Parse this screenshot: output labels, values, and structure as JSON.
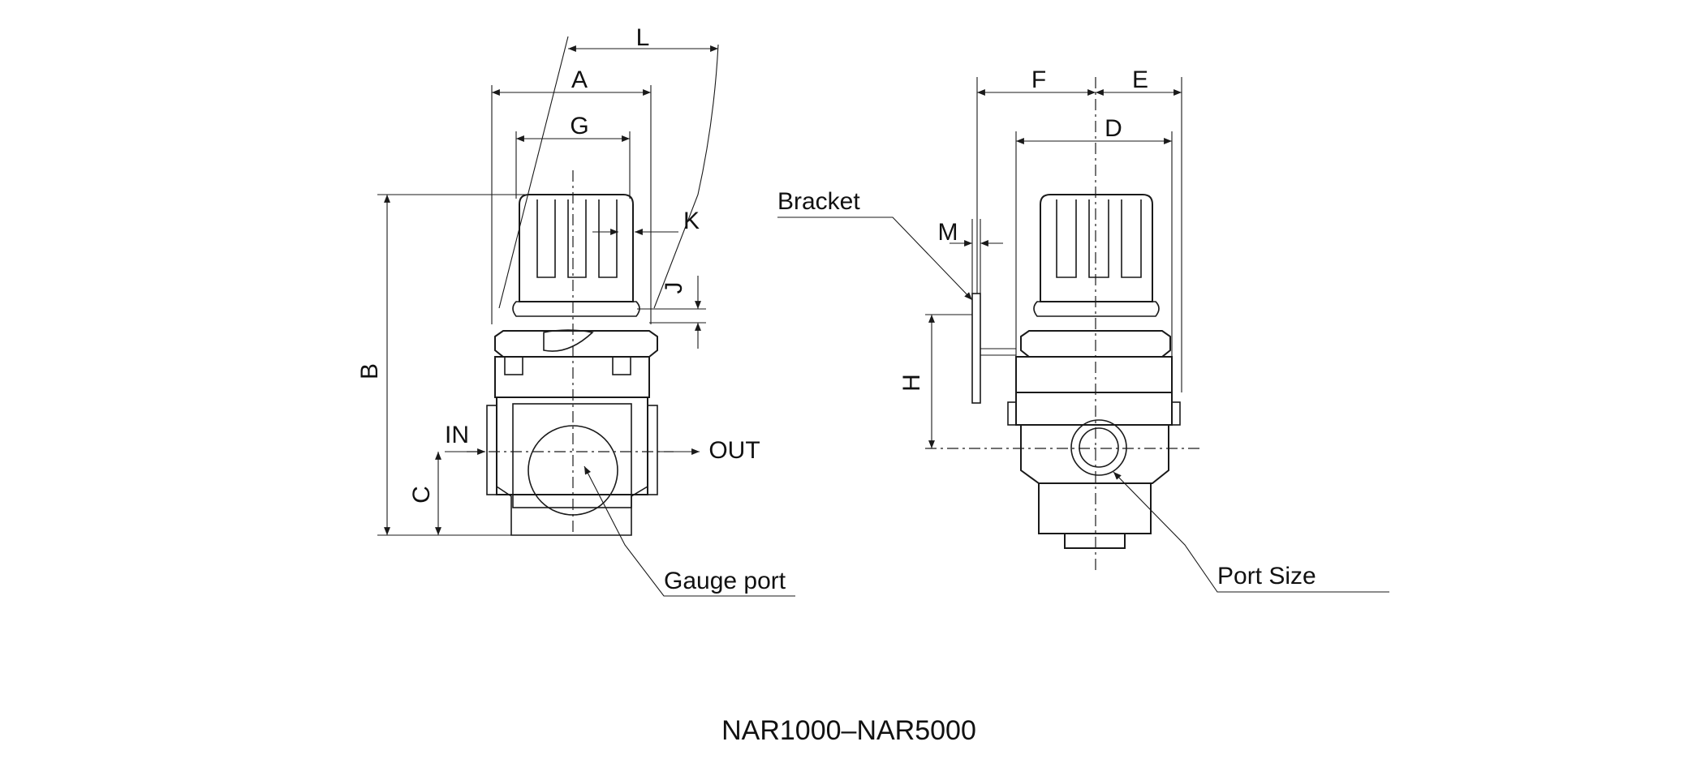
{
  "caption": "NAR1000–NAR5000",
  "front_view": {
    "dim_labels": {
      "L": "L",
      "A": "A",
      "G": "G",
      "K": "K",
      "J": "J",
      "B": "B",
      "C": "C"
    },
    "port_labels": {
      "in": "IN",
      "out": "OUT"
    },
    "callout_gauge": "Gauge port"
  },
  "side_view": {
    "dim_labels": {
      "F": "F",
      "E": "E",
      "D": "D",
      "M": "M",
      "H": "H"
    },
    "callout_bracket": "Bracket",
    "callout_port_size": "Port Size"
  }
}
